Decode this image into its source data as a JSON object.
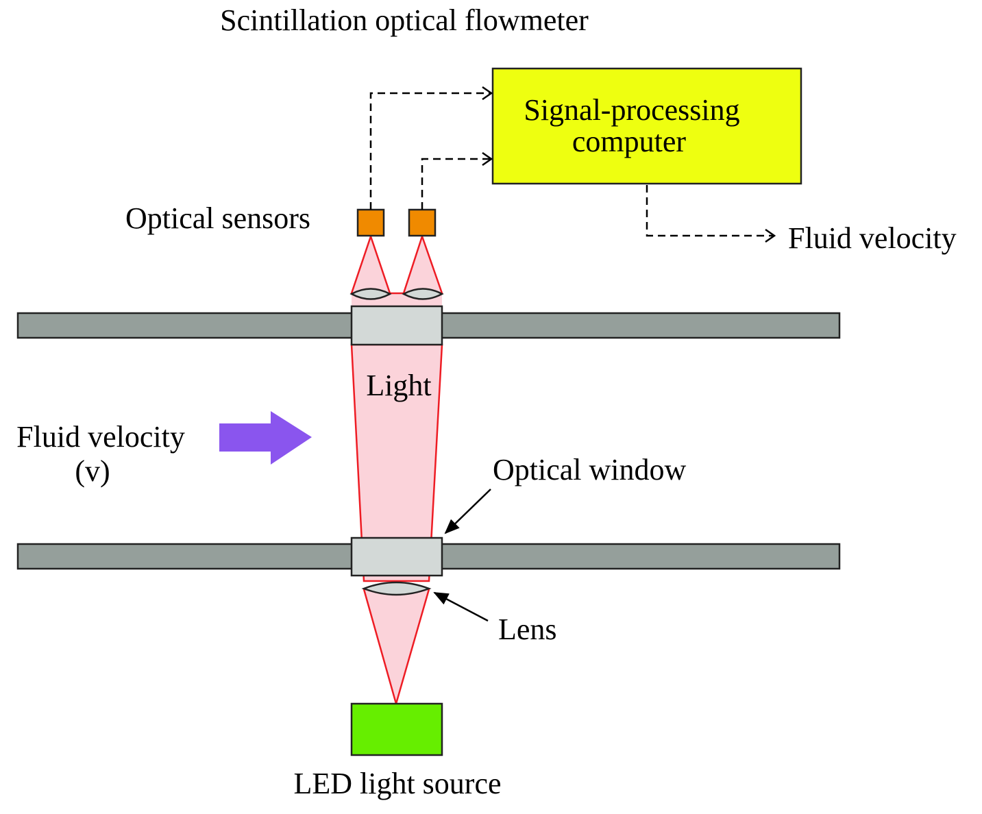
{
  "title": "Scintillation optical flowmeter",
  "labels": {
    "computer_line1": "Signal-processing",
    "computer_line2": "computer",
    "sensors": "Optical sensors",
    "output": "Fluid velocity",
    "light": "Light",
    "flow_line1": "Fluid velocity",
    "flow_line2": "(v)",
    "window": "Optical window",
    "lens": "Lens",
    "source": "LED light source"
  },
  "colors": {
    "pipe": "#959f9b",
    "window": "#d3d9d7",
    "light_fill": "#fbd3da",
    "light_edge": "#ee1c24",
    "light_text": "#ee1c24",
    "computer": "#eeff10",
    "sensor": "#f08a00",
    "led": "#66ee00",
    "flow": "#8a55ee"
  }
}
